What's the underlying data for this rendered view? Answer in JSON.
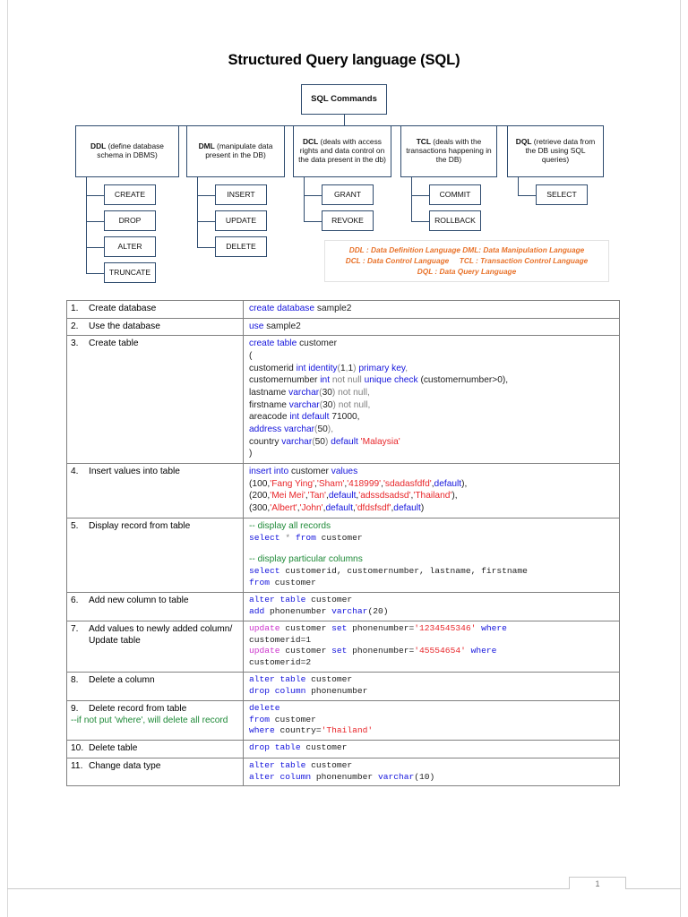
{
  "document": {
    "title": "Structured Query language (SQL)",
    "page_number": "1"
  },
  "diagram": {
    "root": {
      "label": "SQL Commands"
    },
    "categories": [
      {
        "abbr": "DDL",
        "desc": "(define database schema in DBMS)",
        "children": [
          "CREATE",
          "DROP",
          "ALTER",
          "TRUNCATE"
        ]
      },
      {
        "abbr": "DML",
        "desc": "(manipulate data present in the DB)",
        "children": [
          "INSERT",
          "UPDATE",
          "DELETE"
        ]
      },
      {
        "abbr": "DCL",
        "desc": "(deals with access rights and data control on the data present in the db)",
        "children": [
          "GRANT",
          "REVOKE"
        ]
      },
      {
        "abbr": "TCL",
        "desc": "(deals with the transactions happening in the DB)",
        "children": [
          "COMMIT",
          "ROLLBACK"
        ]
      },
      {
        "abbr": "DQL",
        "desc": "(retrieve data from the DB using SQL queries)",
        "children": [
          "SELECT"
        ]
      }
    ],
    "legend_lines": [
      "DDL : Data Definition Language DML: Data Manipulation Language",
      "DCL : Data Control Language     TCL : Transaction Control Language",
      "DQL : Data Query Language"
    ],
    "colors": {
      "box_border": "#2e4b6e",
      "legend_text": "#e8722a"
    }
  },
  "table": {
    "rows": [
      {
        "num": "1.",
        "task": "Create database",
        "note": "",
        "code_font": "prop",
        "code": [
          [
            {
              "t": "create database ",
              "c": "k"
            },
            {
              "t": "sample2",
              "c": "p"
            }
          ]
        ]
      },
      {
        "num": "2.",
        "task": "Use the database",
        "note": "",
        "code_font": "prop",
        "code": [
          [
            {
              "t": "use ",
              "c": "k"
            },
            {
              "t": "sample2",
              "c": "p"
            }
          ]
        ]
      },
      {
        "num": "3.",
        "task": "Create table",
        "note": "",
        "code_font": "prop",
        "code": [
          [
            {
              "t": "create table ",
              "c": "k"
            },
            {
              "t": "customer",
              "c": "p"
            }
          ],
          [
            {
              "t": "(",
              "c": "p"
            }
          ],
          [
            {
              "t": "customerid ",
              "c": "p"
            },
            {
              "t": "int identity",
              "c": "k"
            },
            {
              "t": "(",
              "c": "g"
            },
            {
              "t": "1",
              "c": "p"
            },
            {
              "t": ",",
              "c": "g"
            },
            {
              "t": "1",
              "c": "p"
            },
            {
              "t": ") ",
              "c": "g"
            },
            {
              "t": "primary key",
              "c": "k"
            },
            {
              "t": ",",
              "c": "g"
            }
          ],
          [
            {
              "t": "customernumber ",
              "c": "p"
            },
            {
              "t": "int ",
              "c": "k"
            },
            {
              "t": "not null ",
              "c": "g"
            },
            {
              "t": "unique check ",
              "c": "k"
            },
            {
              "t": "(customernumber>0),",
              "c": "p"
            }
          ],
          [
            {
              "t": "lastname ",
              "c": "p"
            },
            {
              "t": "varchar",
              "c": "k"
            },
            {
              "t": "(",
              "c": "g"
            },
            {
              "t": "30",
              "c": "p"
            },
            {
              "t": ") ",
              "c": "g"
            },
            {
              "t": "not null,",
              "c": "g"
            }
          ],
          [
            {
              "t": "firstname ",
              "c": "p"
            },
            {
              "t": "varchar",
              "c": "k"
            },
            {
              "t": "(",
              "c": "g"
            },
            {
              "t": "30",
              "c": "p"
            },
            {
              "t": ") ",
              "c": "g"
            },
            {
              "t": "not null,",
              "c": "g"
            }
          ],
          [
            {
              "t": "areacode ",
              "c": "p"
            },
            {
              "t": "int default ",
              "c": "k"
            },
            {
              "t": "71000,",
              "c": "p"
            }
          ],
          [
            {
              "t": "address varchar",
              "c": "k"
            },
            {
              "t": "(",
              "c": "g"
            },
            {
              "t": "50",
              "c": "p"
            },
            {
              "t": "),",
              "c": "g"
            }
          ],
          [
            {
              "t": "country ",
              "c": "p"
            },
            {
              "t": "varchar",
              "c": "k"
            },
            {
              "t": "(",
              "c": "g"
            },
            {
              "t": "50",
              "c": "p"
            },
            {
              "t": ") ",
              "c": "g"
            },
            {
              "t": "default ",
              "c": "k"
            },
            {
              "t": "'Malaysia'",
              "c": "s"
            }
          ],
          [
            {
              "t": ")",
              "c": "p"
            }
          ]
        ]
      },
      {
        "num": "4.",
        "task": "Insert values into table",
        "note": "",
        "code_font": "prop",
        "code": [
          [
            {
              "t": "insert into ",
              "c": "k"
            },
            {
              "t": "customer ",
              "c": "p"
            },
            {
              "t": "values",
              "c": "k"
            }
          ],
          [
            {
              "t": "(",
              "c": "p"
            },
            {
              "t": "100",
              "c": "p"
            },
            {
              "t": ",",
              "c": "p"
            },
            {
              "t": "'Fang Ying'",
              "c": "s"
            },
            {
              "t": ",",
              "c": "p"
            },
            {
              "t": "'Sham'",
              "c": "s"
            },
            {
              "t": ",",
              "c": "p"
            },
            {
              "t": "'418999'",
              "c": "s"
            },
            {
              "t": ",",
              "c": "p"
            },
            {
              "t": "'sdadasfdfd'",
              "c": "s"
            },
            {
              "t": ",",
              "c": "p"
            },
            {
              "t": "default",
              "c": "k"
            },
            {
              "t": "),",
              "c": "p"
            }
          ],
          [
            {
              "t": "(",
              "c": "p"
            },
            {
              "t": "200",
              "c": "p"
            },
            {
              "t": ",",
              "c": "p"
            },
            {
              "t": "'Mei Mei'",
              "c": "s"
            },
            {
              "t": ",",
              "c": "p"
            },
            {
              "t": "'Tan'",
              "c": "s"
            },
            {
              "t": ",",
              "c": "p"
            },
            {
              "t": "default",
              "c": "k"
            },
            {
              "t": ",",
              "c": "p"
            },
            {
              "t": "'adssdsadsd'",
              "c": "s"
            },
            {
              "t": ",",
              "c": "p"
            },
            {
              "t": "'Thailand'",
              "c": "s"
            },
            {
              "t": "),",
              "c": "p"
            }
          ],
          [
            {
              "t": "(",
              "c": "p"
            },
            {
              "t": "300",
              "c": "p"
            },
            {
              "t": ",",
              "c": "p"
            },
            {
              "t": "'Albert'",
              "c": "s"
            },
            {
              "t": ",",
              "c": "p"
            },
            {
              "t": "'John'",
              "c": "s"
            },
            {
              "t": ",",
              "c": "p"
            },
            {
              "t": "default",
              "c": "k"
            },
            {
              "t": ",",
              "c": "p"
            },
            {
              "t": "'dfdsfsdf'",
              "c": "s"
            },
            {
              "t": ",",
              "c": "p"
            },
            {
              "t": "default",
              "c": "k"
            },
            {
              "t": ")",
              "c": "p"
            }
          ]
        ]
      },
      {
        "num": "5.",
        "task": "Display record from table",
        "note": "",
        "code_font": "mono",
        "code": [
          [
            {
              "t": "-- display all records",
              "c": "cm",
              "font": "prop"
            }
          ],
          [
            {
              "t": "select ",
              "c": "k"
            },
            {
              "t": "* ",
              "c": "g"
            },
            {
              "t": "from ",
              "c": "k"
            },
            {
              "t": "customer",
              "c": "p"
            }
          ],
          [
            {
              "t": "",
              "c": "p"
            }
          ],
          [
            {
              "t": "-- display particular columns",
              "c": "cm",
              "font": "prop"
            }
          ],
          [
            {
              "t": "select ",
              "c": "k"
            },
            {
              "t": "customerid, customernumber, lastname, firstname",
              "c": "p"
            }
          ],
          [
            {
              "t": "from ",
              "c": "k"
            },
            {
              "t": "customer",
              "c": "p"
            }
          ]
        ]
      },
      {
        "num": "6.",
        "task": "Add new column to table",
        "note": "",
        "code_font": "mono",
        "code": [
          [
            {
              "t": "alter table ",
              "c": "k"
            },
            {
              "t": "customer",
              "c": "p"
            }
          ],
          [
            {
              "t": "add ",
              "c": "k"
            },
            {
              "t": "phonenumber ",
              "c": "p"
            },
            {
              "t": "varchar",
              "c": "k"
            },
            {
              "t": "(20)",
              "c": "p"
            }
          ]
        ]
      },
      {
        "num": "7.",
        "task": "Add values to newly added column/ Update table",
        "note": "",
        "code_font": "mono",
        "code": [
          [
            {
              "t": "update ",
              "c": "k2"
            },
            {
              "t": "customer ",
              "c": "p"
            },
            {
              "t": "set ",
              "c": "k"
            },
            {
              "t": "phonenumber=",
              "c": "p"
            },
            {
              "t": "'1234545346' ",
              "c": "s"
            },
            {
              "t": "where",
              "c": "k"
            }
          ],
          [
            {
              "t": "customerid=1",
              "c": "p"
            }
          ],
          [
            {
              "t": "update ",
              "c": "k2"
            },
            {
              "t": "customer ",
              "c": "p"
            },
            {
              "t": "set ",
              "c": "k"
            },
            {
              "t": "phonenumber=",
              "c": "p"
            },
            {
              "t": "'45554654' ",
              "c": "s"
            },
            {
              "t": "where",
              "c": "k"
            }
          ],
          [
            {
              "t": "customerid=2",
              "c": "p"
            }
          ]
        ]
      },
      {
        "num": "8.",
        "task": "Delete a column",
        "note": "",
        "code_font": "mono",
        "code": [
          [
            {
              "t": "alter table ",
              "c": "k"
            },
            {
              "t": "customer",
              "c": "p"
            }
          ],
          [
            {
              "t": "drop column ",
              "c": "k"
            },
            {
              "t": "phonenumber",
              "c": "p"
            }
          ]
        ]
      },
      {
        "num": "9.",
        "task": "Delete record from table",
        "note": "--if not put 'where', will delete all record",
        "code_font": "mono",
        "code": [
          [
            {
              "t": "delete",
              "c": "k"
            }
          ],
          [
            {
              "t": "from ",
              "c": "k"
            },
            {
              "t": "customer",
              "c": "p"
            }
          ],
          [
            {
              "t": "where ",
              "c": "k"
            },
            {
              "t": "country=",
              "c": "p"
            },
            {
              "t": "'Thailand'",
              "c": "s"
            }
          ]
        ]
      },
      {
        "num": "10.",
        "task": "Delete table",
        "note": "",
        "code_font": "mono",
        "code": [
          [
            {
              "t": "drop table ",
              "c": "k"
            },
            {
              "t": "customer",
              "c": "p"
            }
          ]
        ]
      },
      {
        "num": "11.",
        "task": "Change data type",
        "note": "",
        "code_font": "mono",
        "code": [
          [
            {
              "t": "alter table ",
              "c": "k"
            },
            {
              "t": "customer",
              "c": "p"
            }
          ],
          [
            {
              "t": "alter column ",
              "c": "k"
            },
            {
              "t": "phonenumber ",
              "c": "p"
            },
            {
              "t": "varchar",
              "c": "k"
            },
            {
              "t": "(10)",
              "c": "p"
            }
          ]
        ]
      }
    ]
  }
}
